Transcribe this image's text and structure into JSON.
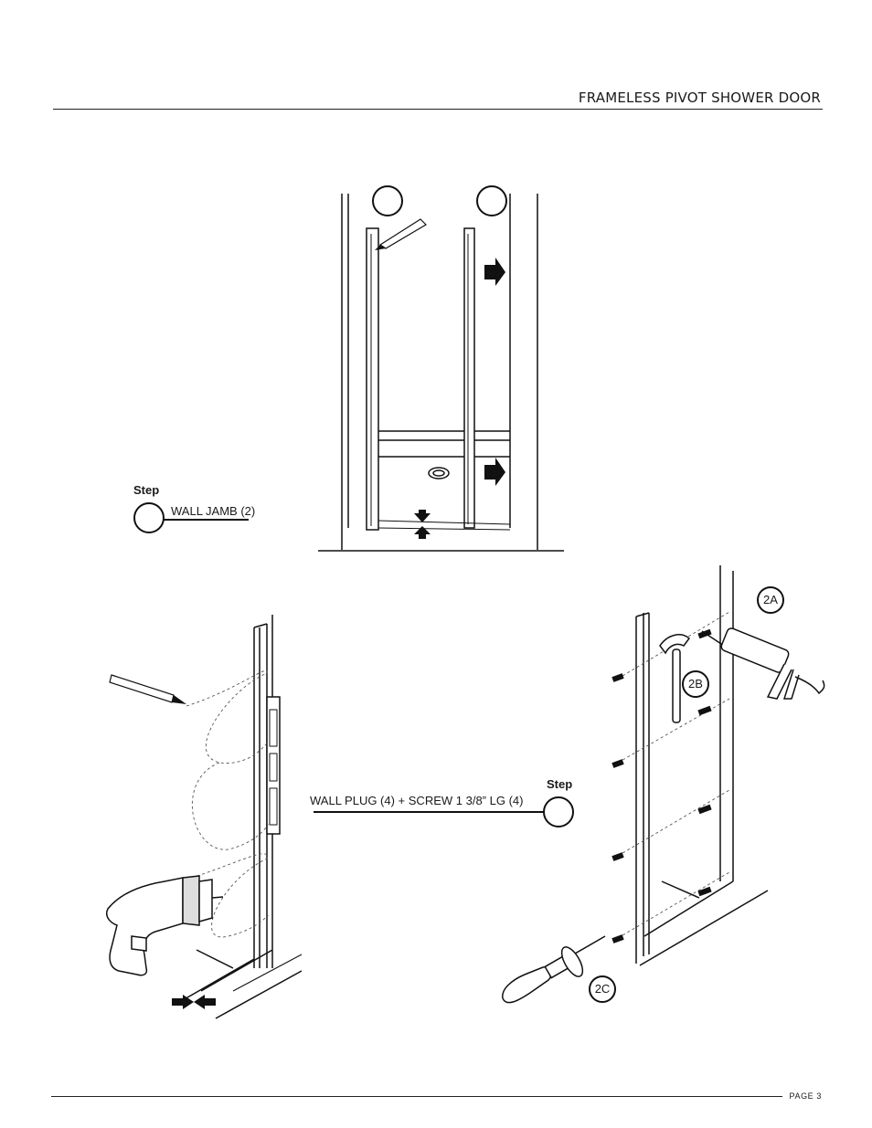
{
  "header": {
    "title": "FRAMELESS PIVOT SHOWER  DOOR"
  },
  "footer": {
    "page_label": "PAGE 3"
  },
  "step_top": {
    "label": "Step",
    "part_name": "WALL JAMB",
    "part_qty": "(2)"
  },
  "step_bottom": {
    "label": "Step",
    "parts": "WALL PLUG (4) + SCREW 1 3/8” LG (4)"
  },
  "callouts": [
    "2A",
    "2B",
    "2C"
  ],
  "icons": [
    "pencil-icon",
    "arrow-right-icon",
    "arrow-down-icon",
    "arrow-up-icon",
    "drill-icon",
    "hammer-icon",
    "caulk-gun-icon",
    "screwdriver-icon",
    "screw-icon"
  ]
}
